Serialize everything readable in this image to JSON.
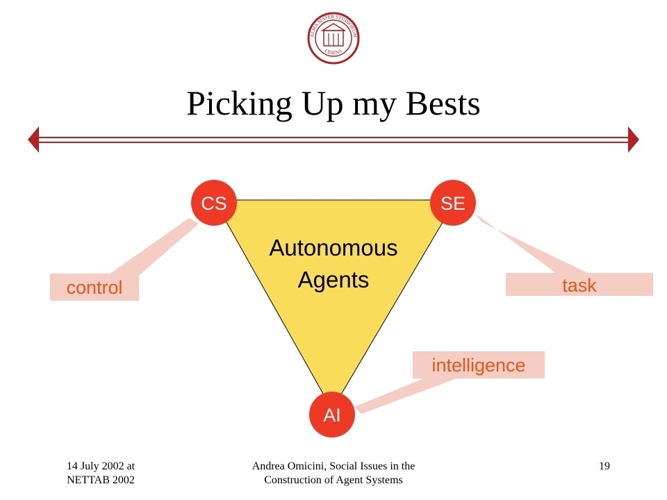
{
  "slide": {
    "title": "Picking Up my Bests",
    "colors": {
      "accent": "#b22222",
      "node": "#ee3a24",
      "triangle": "#f8dc5a",
      "callout": "#f5cdc2",
      "callout_text": "#e05a1c"
    }
  },
  "seal": {
    "name": "university-seal-icon",
    "arc_top": "ALMA MATER STUDIORUM",
    "arc_bottom": "CESENA"
  },
  "diagram": {
    "center_label_line1": "Autonomous",
    "center_label_line2": "Agents",
    "nodes": {
      "cs": "CS",
      "se": "SE",
      "ai": "AI"
    },
    "callouts": {
      "control": "control",
      "task": "task",
      "intelligence": "intelligence"
    }
  },
  "footer": {
    "left_line1": "14 July 2002 at",
    "left_line2": "NETTAB 2002",
    "center_line1": "Andrea Omicini, Social Issues in the",
    "center_line2": "Construction of Agent Systems",
    "page_number": "19"
  }
}
